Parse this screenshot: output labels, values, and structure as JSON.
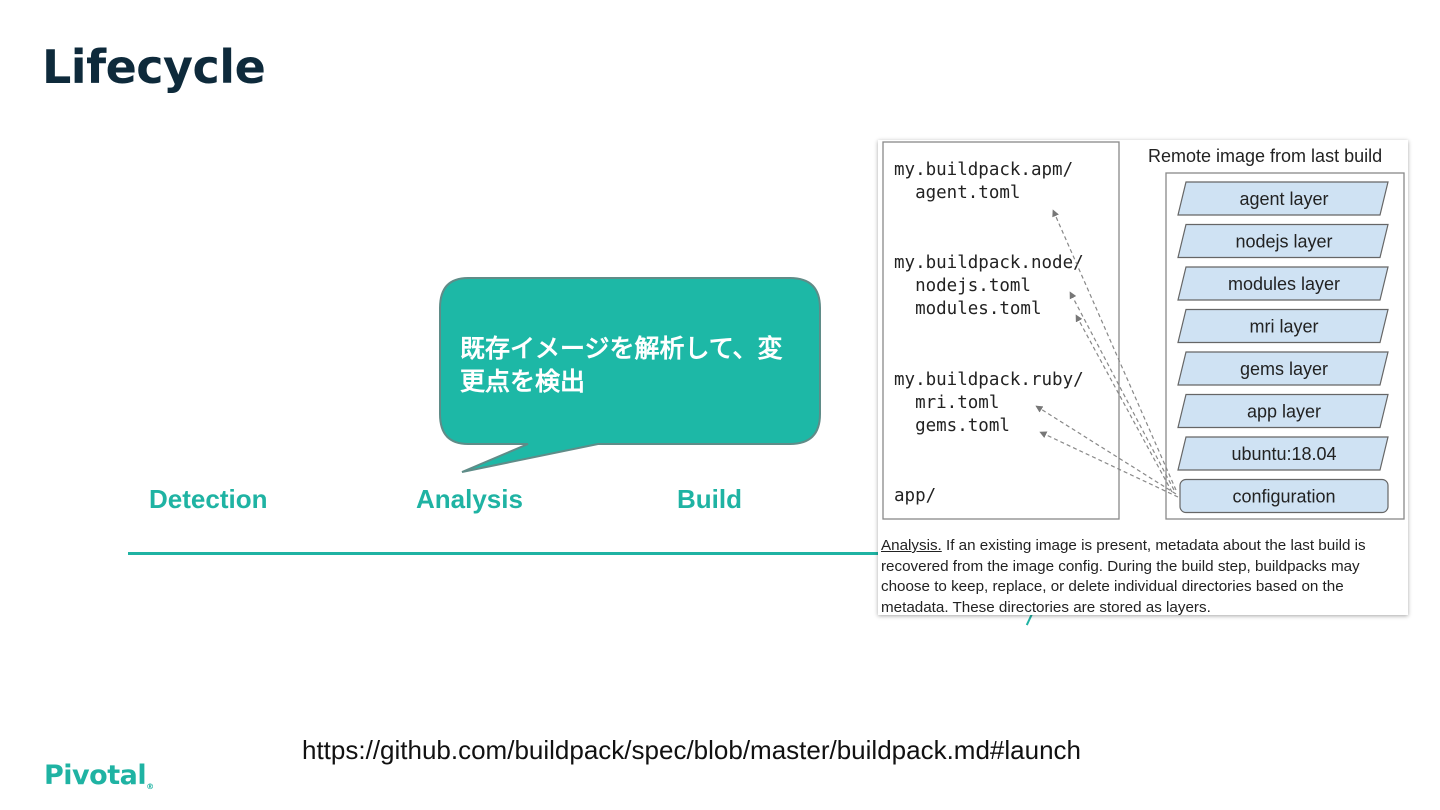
{
  "slide": {
    "title": "Lifecycle",
    "stages": [
      "Detection",
      "Analysis",
      "Build"
    ],
    "callout_lines": [
      "既存イメージを解析して、変",
      "更点を検出"
    ],
    "url": "https://github.com/buildpack/spec/blob/master/buildpack.md#launch",
    "logo": "Pivotal",
    "accent_color": "#1fb3a3",
    "title_color": "#0e2a3b"
  },
  "figure": {
    "app_lines": [
      "my.buildpack.apm/",
      "  agent.toml",
      "my.buildpack.node/",
      "  nodejs.toml",
      "  modules.toml",
      "my.buildpack.ruby/",
      "  mri.toml",
      "  gems.toml",
      "app/"
    ],
    "remote_title": "Remote image from last build",
    "layers": [
      "agent layer",
      "nodejs layer",
      "modules layer",
      "mri layer",
      "gems layer",
      "app layer",
      "ubuntu:18.04",
      "configuration"
    ],
    "caption_lead": "Analysis.",
    "caption_rest": " If an existing image is present, metadata about the last build is recovered from the image config. During the build step, buildpacks may choose to keep, replace, or delete individual directories based on the metadata. These directories are stored as layers.",
    "layer_fill": "#cfe2f3"
  }
}
